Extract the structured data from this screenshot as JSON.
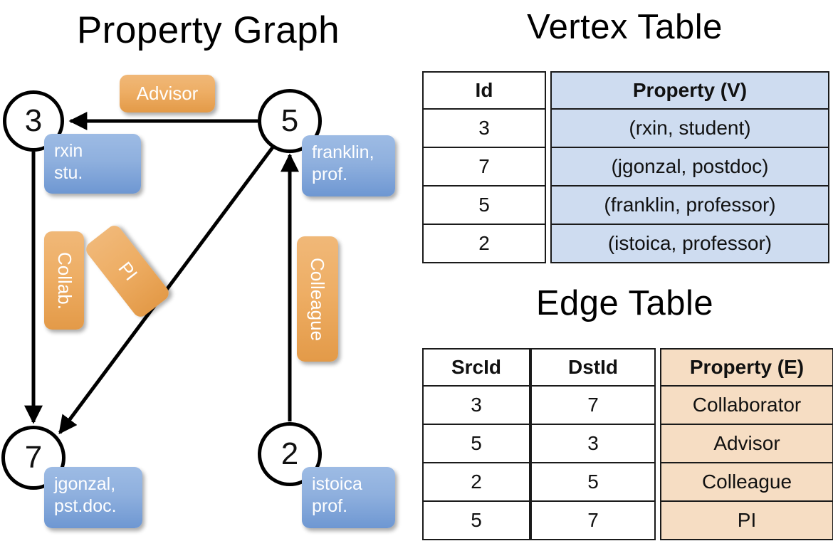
{
  "graph": {
    "title": "Property Graph",
    "nodes": [
      {
        "id": "3",
        "property_lines": [
          "rxin",
          "stu."
        ]
      },
      {
        "id": "5",
        "property_lines": [
          "franklin,",
          "prof."
        ]
      },
      {
        "id": "7",
        "property_lines": [
          "jgonzal,",
          "pst.doc."
        ]
      },
      {
        "id": "2",
        "property_lines": [
          "istoica",
          "prof."
        ]
      }
    ],
    "edge_labels": [
      {
        "name": "advisor-label",
        "text": "Advisor",
        "orientation": "horizontal"
      },
      {
        "name": "collab-label",
        "text": "Collab.",
        "orientation": "vertical"
      },
      {
        "name": "pi-label",
        "text": "PI",
        "orientation": "rotated"
      },
      {
        "name": "colleague-label",
        "text": "Colleague",
        "orientation": "vertical"
      }
    ],
    "edges": [
      {
        "from": "5",
        "to": "3",
        "label": "Advisor"
      },
      {
        "from": "3",
        "to": "7",
        "label": "Collab."
      },
      {
        "from": "5",
        "to": "7",
        "label": "PI"
      },
      {
        "from": "2",
        "to": "5",
        "label": "Colleague"
      }
    ]
  },
  "vertex_table": {
    "title": "Vertex Table",
    "headers": [
      "Id",
      "Property (V)"
    ],
    "rows": [
      {
        "id": "3",
        "property": "(rxin, student)"
      },
      {
        "id": "7",
        "property": "(jgonzal, postdoc)"
      },
      {
        "id": "5",
        "property": "(franklin, professor)"
      },
      {
        "id": "2",
        "property": "(istoica, professor)"
      }
    ]
  },
  "edge_table": {
    "title": "Edge Table",
    "headers": [
      "SrcId",
      "DstId",
      "Property (E)"
    ],
    "rows": [
      {
        "src": "3",
        "dst": "7",
        "property": "Collaborator"
      },
      {
        "src": "5",
        "dst": "3",
        "property": "Advisor"
      },
      {
        "src": "2",
        "dst": "5",
        "property": "Colleague"
      },
      {
        "src": "5",
        "dst": "7",
        "property": "PI"
      }
    ]
  },
  "colors": {
    "vertex_property_fill": "#cedcf0",
    "edge_property_fill": "#f6ddc3",
    "node_box_blue": "#8fb0de",
    "edge_label_orange": "#eeae65",
    "stroke": "#000000",
    "background": "#ffffff"
  }
}
